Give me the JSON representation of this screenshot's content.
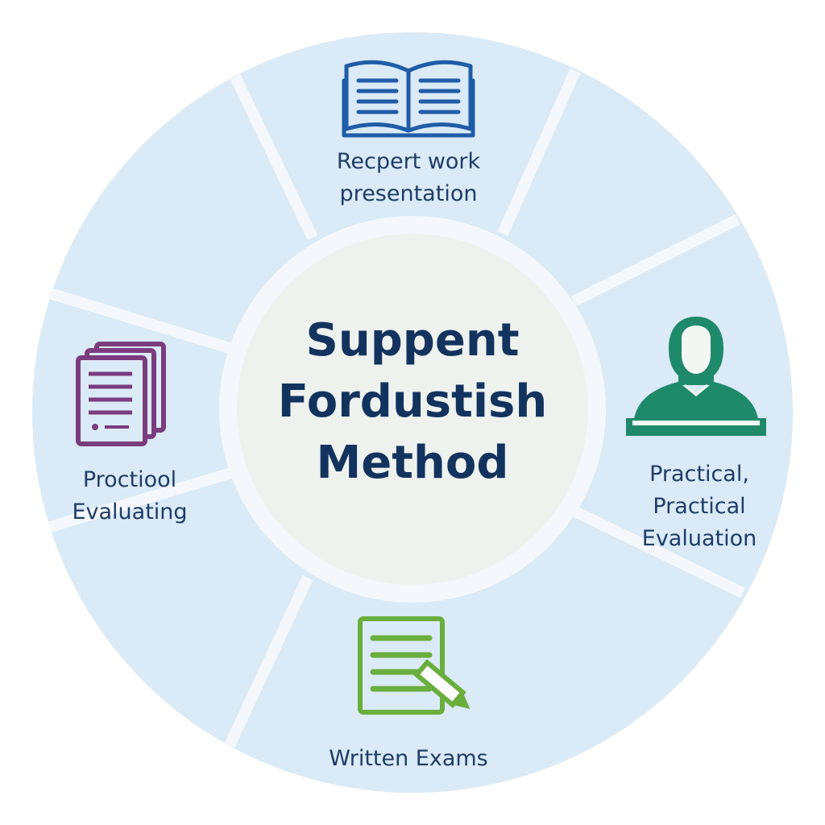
{
  "center": {
    "lines": [
      "Suppent",
      "Fordustish",
      "Method"
    ]
  },
  "segments": {
    "top": {
      "lines": [
        "Recpert work",
        "presentation"
      ],
      "icon": "open-book-icon",
      "icon_color": "#1f5ca8"
    },
    "right": {
      "lines": [
        "Practical,",
        "Practical",
        "Evaluation"
      ],
      "icon": "person-icon",
      "icon_color": "#1f8a6a"
    },
    "bottom": {
      "lines": [
        "Written Exams"
      ],
      "icon": "document-pencil-icon",
      "icon_color": "#6aae3e"
    },
    "left": {
      "lines": [
        "Proctiool",
        "Evaluating"
      ],
      "icon": "stacked-documents-icon",
      "icon_color": "#7a3c7e"
    }
  },
  "colors": {
    "ring_fill": "#daeaf6",
    "separator": "#f4f8fc",
    "center_fill": "#eef2ef",
    "text": "#1f3d66"
  }
}
